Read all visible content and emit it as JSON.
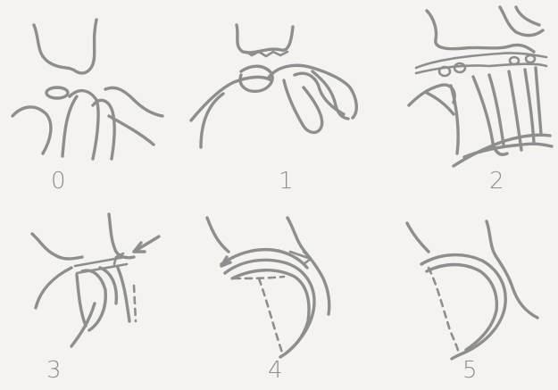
{
  "colors": {
    "ink": "#8e8e8e",
    "paper": "#f4f3ef"
  },
  "stages": [
    {
      "label": "0"
    },
    {
      "label": "1"
    },
    {
      "label": "2"
    },
    {
      "label": "3"
    },
    {
      "label": "4"
    },
    {
      "label": "5"
    }
  ]
}
